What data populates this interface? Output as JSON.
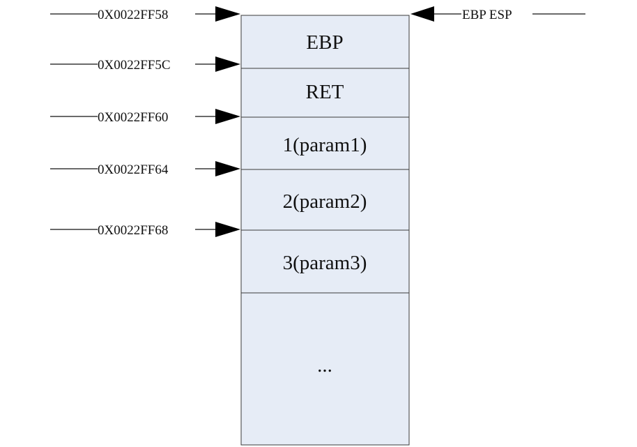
{
  "stack": {
    "cells": [
      {
        "label": "EBP"
      },
      {
        "label": "RET"
      },
      {
        "label": "1(param1)"
      },
      {
        "label": "2(param2)"
      },
      {
        "label": "3(param3)"
      },
      {
        "label": "..."
      }
    ]
  },
  "addresses": [
    {
      "label": "0X0022FF58"
    },
    {
      "label": "0X0022FF5C"
    },
    {
      "label": "0X0022FF60"
    },
    {
      "label": "0X0022FF64"
    },
    {
      "label": "0X0022FF68"
    }
  ],
  "pointer": {
    "label": "EBP ESP"
  }
}
